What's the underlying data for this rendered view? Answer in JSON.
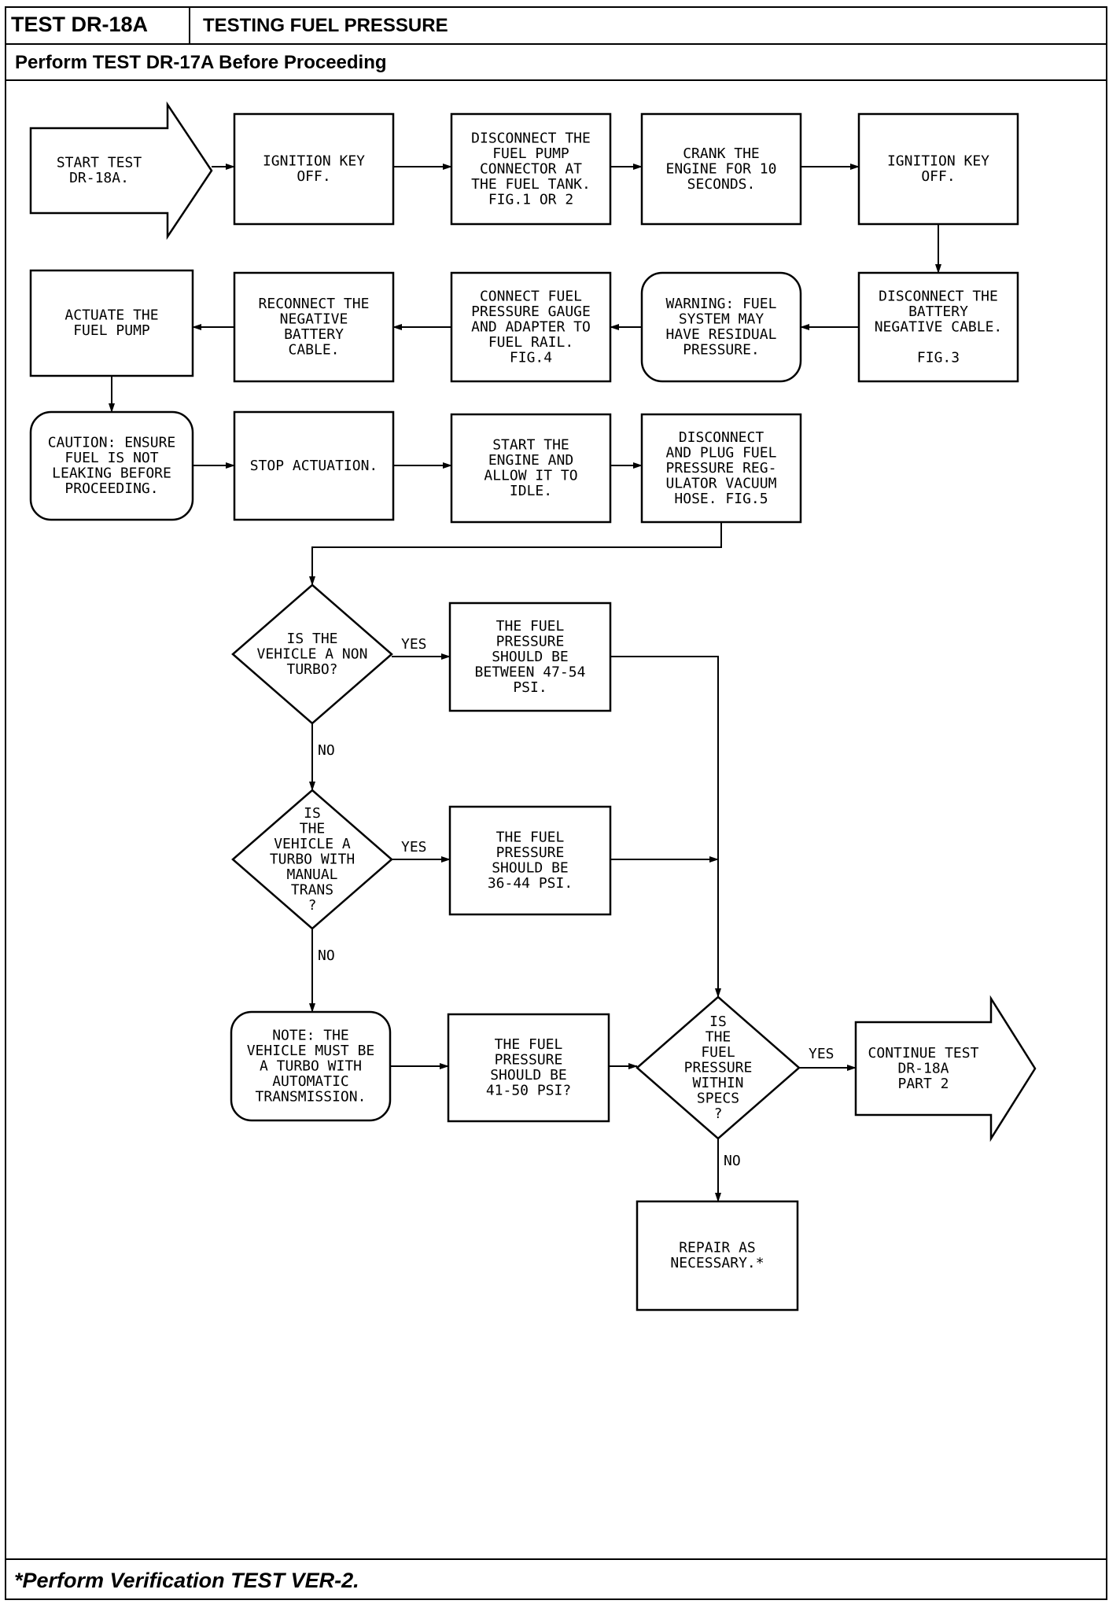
{
  "header": {
    "test_id": "TEST DR-18A",
    "title": "TESTING FUEL PRESSURE",
    "subtitle": "Perform TEST DR-17A Before Proceeding"
  },
  "footer": {
    "note": "*Perform Verification TEST VER-2."
  },
  "nodes": [
    {
      "id": "start",
      "shape": "arrow",
      "lines": [
        "START TEST",
        "DR-18A."
      ]
    },
    {
      "id": "key-off-1",
      "shape": "rect",
      "lines": [
        "IGNITION KEY",
        "OFF."
      ]
    },
    {
      "id": "disconnect-pump",
      "shape": "rect",
      "lines": [
        "DISCONNECT THE",
        "FUEL PUMP",
        "CONNECTOR AT",
        "THE FUEL TANK.",
        "FIG.1 OR 2"
      ]
    },
    {
      "id": "crank",
      "shape": "rect",
      "lines": [
        "CRANK THE",
        "ENGINE FOR 10",
        "SECONDS."
      ]
    },
    {
      "id": "key-off-2",
      "shape": "rect",
      "lines": [
        "IGNITION KEY",
        "OFF."
      ]
    },
    {
      "id": "disconnect-battery",
      "shape": "rect",
      "lines": [
        "DISCONNECT THE",
        "BATTERY",
        "NEGATIVE CABLE.",
        "",
        "FIG.3"
      ]
    },
    {
      "id": "warning",
      "shape": "round",
      "lines": [
        "WARNING: FUEL",
        "SYSTEM MAY",
        "HAVE RESIDUAL",
        "PRESSURE."
      ]
    },
    {
      "id": "connect-gauge",
      "shape": "rect",
      "lines": [
        "CONNECT FUEL",
        "PRESSURE GAUGE",
        "AND ADAPTER TO",
        "FUEL RAIL.",
        "FIG.4"
      ]
    },
    {
      "id": "reconnect",
      "shape": "rect",
      "lines": [
        "RECONNECT THE",
        "NEGATIVE",
        "BATTERY",
        "CABLE."
      ]
    },
    {
      "id": "actuate",
      "shape": "rect",
      "lines": [
        "ACTUATE THE",
        "FUEL PUMP"
      ]
    },
    {
      "id": "caution",
      "shape": "round",
      "lines": [
        "CAUTION: ENSURE",
        "FUEL IS NOT",
        "LEAKING BEFORE",
        "PROCEEDING."
      ]
    },
    {
      "id": "stop",
      "shape": "rect",
      "lines": [
        "STOP ACTUATION."
      ]
    },
    {
      "id": "start-engine",
      "shape": "rect",
      "lines": [
        "START THE",
        "ENGINE AND",
        "ALLOW IT TO",
        "IDLE."
      ]
    },
    {
      "id": "disconnect-hose",
      "shape": "rect",
      "lines": [
        "DISCONNECT",
        "AND PLUG FUEL",
        "PRESSURE REG-",
        "ULATOR VACUUM",
        "HOSE. FIG.5"
      ]
    },
    {
      "id": "q-nonturbo",
      "shape": "diamond",
      "lines": [
        "IS THE",
        "VEHICLE A NON",
        "TURBO?"
      ]
    },
    {
      "id": "spec-47",
      "shape": "rect",
      "lines": [
        "THE FUEL",
        "PRESSURE",
        "SHOULD BE",
        "BETWEEN 47-54",
        "PSI."
      ]
    },
    {
      "id": "q-manual",
      "shape": "diamond",
      "lines": [
        "IS",
        "THE",
        "VEHICLE A",
        "TURBO WITH",
        "MANUAL",
        "TRANS",
        "?"
      ]
    },
    {
      "id": "spec-36",
      "shape": "rect",
      "lines": [
        "THE FUEL",
        "PRESSURE",
        "SHOULD BE",
        "36-44 PSI."
      ]
    },
    {
      "id": "note-auto",
      "shape": "round",
      "lines": [
        "NOTE: THE",
        "VEHICLE MUST BE",
        "A TURBO WITH",
        "AUTOMATIC",
        "TRANSMISSION."
      ]
    },
    {
      "id": "spec-41",
      "shape": "rect",
      "lines": [
        "THE FUEL",
        "PRESSURE",
        "SHOULD BE",
        "41-50 PSI?"
      ]
    },
    {
      "id": "q-within",
      "shape": "diamond",
      "lines": [
        "IS",
        "THE",
        "FUEL",
        "PRESSURE",
        "WITHIN",
        "SPECS",
        "?"
      ]
    },
    {
      "id": "continue",
      "shape": "arrow",
      "lines": [
        "CONTINUE TEST",
        "DR-18A",
        "PART 2"
      ]
    },
    {
      "id": "repair",
      "shape": "rect",
      "lines": [
        "REPAIR AS",
        "NECESSARY.*"
      ]
    }
  ],
  "edges": [
    {
      "from": "start",
      "to": "key-off-1",
      "label": ""
    },
    {
      "from": "key-off-1",
      "to": "disconnect-pump",
      "label": ""
    },
    {
      "from": "disconnect-pump",
      "to": "crank",
      "label": ""
    },
    {
      "from": "crank",
      "to": "key-off-2",
      "label": ""
    },
    {
      "from": "key-off-2",
      "to": "disconnect-battery",
      "label": ""
    },
    {
      "from": "disconnect-battery",
      "to": "warning",
      "label": ""
    },
    {
      "from": "warning",
      "to": "connect-gauge",
      "label": ""
    },
    {
      "from": "connect-gauge",
      "to": "reconnect",
      "label": ""
    },
    {
      "from": "reconnect",
      "to": "actuate",
      "label": ""
    },
    {
      "from": "actuate",
      "to": "caution",
      "label": ""
    },
    {
      "from": "caution",
      "to": "stop",
      "label": ""
    },
    {
      "from": "stop",
      "to": "start-engine",
      "label": ""
    },
    {
      "from": "start-engine",
      "to": "disconnect-hose",
      "label": ""
    },
    {
      "from": "disconnect-hose",
      "to": "q-nonturbo",
      "label": ""
    },
    {
      "from": "q-nonturbo",
      "to": "spec-47",
      "label": "YES"
    },
    {
      "from": "q-nonturbo",
      "to": "q-manual",
      "label": "NO"
    },
    {
      "from": "q-manual",
      "to": "spec-36",
      "label": "YES"
    },
    {
      "from": "q-manual",
      "to": "note-auto",
      "label": "NO"
    },
    {
      "from": "note-auto",
      "to": "spec-41",
      "label": ""
    },
    {
      "from": "spec-47",
      "to": "q-within",
      "label": ""
    },
    {
      "from": "spec-36",
      "to": "q-within",
      "label": ""
    },
    {
      "from": "spec-41",
      "to": "q-within",
      "label": ""
    },
    {
      "from": "q-within",
      "to": "continue",
      "label": "YES"
    },
    {
      "from": "q-within",
      "to": "repair",
      "label": "NO"
    }
  ]
}
